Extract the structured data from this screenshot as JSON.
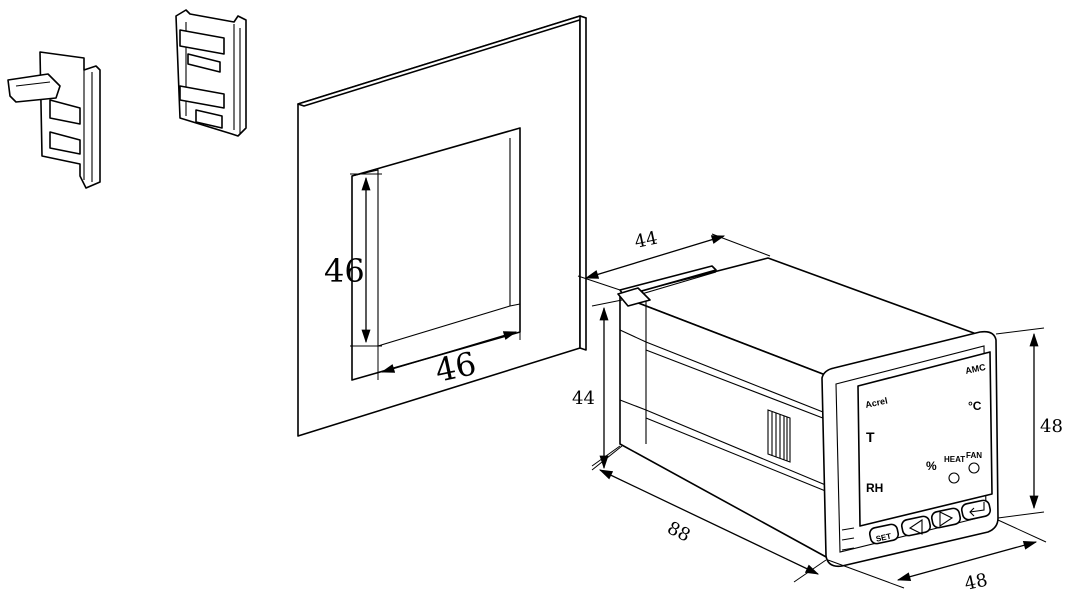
{
  "dimensions": {
    "cutout_height": "46",
    "cutout_width": "46",
    "body_width_top": "44",
    "body_height_side": "44",
    "depth": "88",
    "front_height": "48",
    "front_width": "48"
  },
  "device": {
    "brand": "Acrel",
    "model": "AMC",
    "temp_label": "T",
    "temp_unit": "°C",
    "humidity_label": "RH",
    "humidity_unit": "%",
    "heat_label": "HEAT",
    "fan_label": "FAN",
    "set_button": "SET"
  },
  "icons": [
    "left-arrow-icon",
    "right-arrow-icon",
    "enter-icon"
  ],
  "colors": {
    "line": "#000000",
    "fill": "#ffffff"
  }
}
